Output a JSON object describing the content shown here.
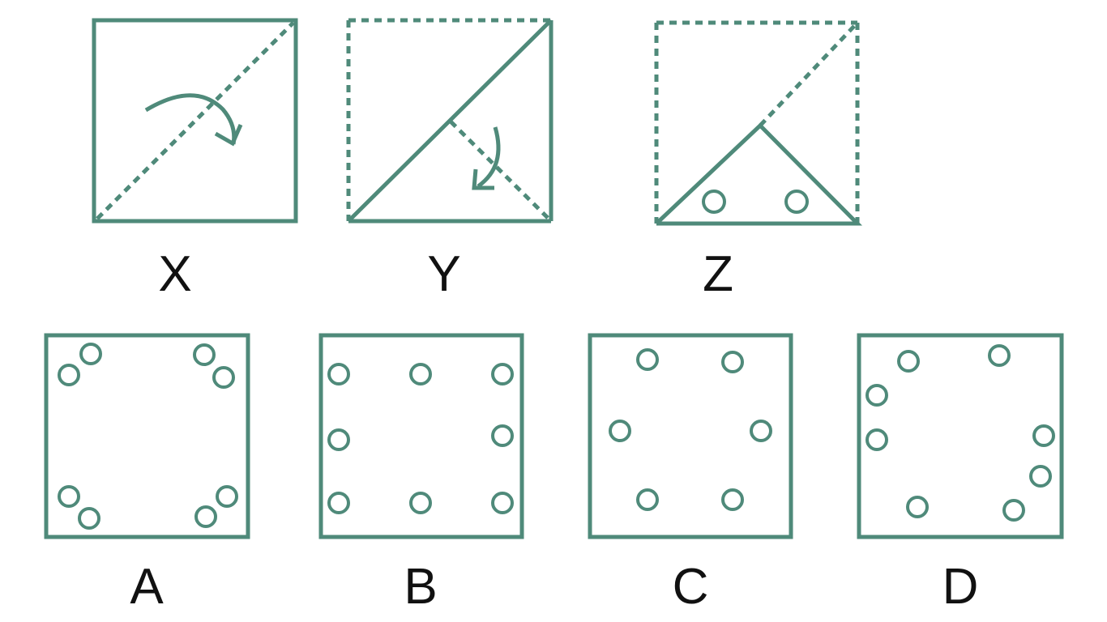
{
  "stroke_color": "#4f8a7a",
  "steps": [
    {
      "label": "X"
    },
    {
      "label": "Y"
    },
    {
      "label": "Z"
    }
  ],
  "options": [
    {
      "label": "A"
    },
    {
      "label": "B"
    },
    {
      "label": "C"
    },
    {
      "label": "D"
    }
  ]
}
